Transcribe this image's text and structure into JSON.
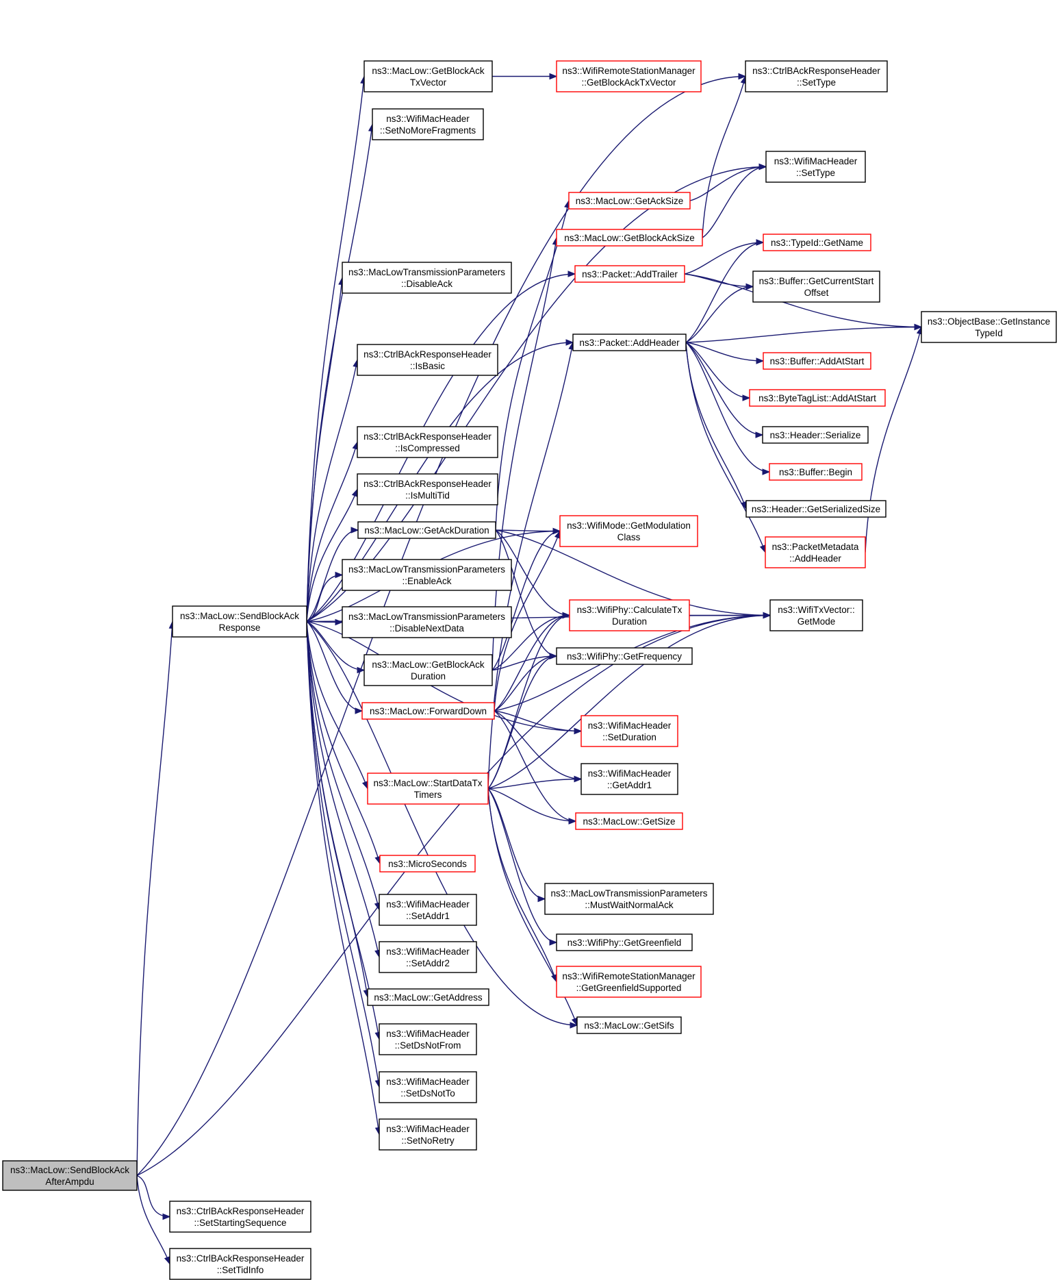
{
  "nodes": [
    {
      "id": "root",
      "lines": [
        "ns3::MacLow::SendBlockAck",
        "AfterAmpdu"
      ],
      "style": "root"
    },
    {
      "id": "sbar",
      "lines": [
        "ns3::MacLow::SendBlockAck",
        "Response"
      ],
      "style": "black"
    },
    {
      "id": "ssseq",
      "lines": [
        "ns3::CtrlBAckResponseHeader",
        "::SetStartingSequence"
      ],
      "style": "black"
    },
    {
      "id": "stid",
      "lines": [
        "ns3::CtrlBAckResponseHeader",
        "::SetTidInfo"
      ],
      "style": "black"
    },
    {
      "id": "gbatx",
      "lines": [
        "ns3::MacLow::GetBlockAck",
        "TxVector"
      ],
      "style": "black"
    },
    {
      "id": "wrsmtx",
      "lines": [
        "ns3::WifiRemoteStationManager",
        "::GetBlockAckTxVector"
      ],
      "style": "red"
    },
    {
      "id": "cbtype",
      "lines": [
        "ns3::CtrlBAckResponseHeader",
        "::SetType"
      ],
      "style": "black"
    },
    {
      "id": "snmf",
      "lines": [
        "ns3::WifiMacHeader",
        "::SetNoMoreFragments"
      ],
      "style": "black"
    },
    {
      "id": "wmhtype",
      "lines": [
        "ns3::WifiMacHeader",
        "::SetType"
      ],
      "style": "black"
    },
    {
      "id": "gacksize",
      "lines": [
        "ns3::MacLow::GetAckSize"
      ],
      "style": "red"
    },
    {
      "id": "gbasize",
      "lines": [
        "ns3::MacLow::GetBlockAckSize"
      ],
      "style": "red"
    },
    {
      "id": "tidname",
      "lines": [
        "ns3::TypeId::GetName"
      ],
      "style": "red"
    },
    {
      "id": "addtrailer",
      "lines": [
        "ns3::Packet::AddTrailer"
      ],
      "style": "red"
    },
    {
      "id": "mltpdis",
      "lines": [
        "ns3::MacLowTransmissionParameters",
        "::DisableAck"
      ],
      "style": "black"
    },
    {
      "id": "bufcso",
      "lines": [
        "ns3::Buffer::GetCurrentStart",
        "Offset"
      ],
      "style": "black"
    },
    {
      "id": "objbase",
      "lines": [
        "ns3::ObjectBase::GetInstance",
        "TypeId"
      ],
      "style": "black"
    },
    {
      "id": "addheader",
      "lines": [
        "ns3::Packet::AddHeader"
      ],
      "style": "black"
    },
    {
      "id": "isbasic",
      "lines": [
        "ns3::CtrlBAckResponseHeader",
        "::IsBasic"
      ],
      "style": "black"
    },
    {
      "id": "bufaas",
      "lines": [
        "ns3::Buffer::AddAtStart"
      ],
      "style": "red"
    },
    {
      "id": "btlaas",
      "lines": [
        "ns3::ByteTagList::AddAtStart"
      ],
      "style": "red"
    },
    {
      "id": "hdrser",
      "lines": [
        "ns3::Header::Serialize"
      ],
      "style": "black"
    },
    {
      "id": "iscomp",
      "lines": [
        "ns3::CtrlBAckResponseHeader",
        "::IsCompressed"
      ],
      "style": "black"
    },
    {
      "id": "bufbegin",
      "lines": [
        "ns3::Buffer::Begin"
      ],
      "style": "red"
    },
    {
      "id": "ismulti",
      "lines": [
        "ns3::CtrlBAckResponseHeader",
        "::IsMultiTid"
      ],
      "style": "black"
    },
    {
      "id": "hdrgss",
      "lines": [
        "ns3::Header::GetSerializedSize"
      ],
      "style": "black"
    },
    {
      "id": "gackdur",
      "lines": [
        "ns3::MacLow::GetAckDuration"
      ],
      "style": "black"
    },
    {
      "id": "gmodcls",
      "lines": [
        "ns3::WifiMode::GetModulation",
        "Class"
      ],
      "style": "red"
    },
    {
      "id": "pmaddh",
      "lines": [
        "ns3::PacketMetadata",
        "::AddHeader"
      ],
      "style": "red"
    },
    {
      "id": "mltpen",
      "lines": [
        "ns3::MacLowTransmissionParameters",
        "::EnableAck"
      ],
      "style": "black"
    },
    {
      "id": "calctx",
      "lines": [
        "ns3::WifiPhy::CalculateTx",
        "Duration"
      ],
      "style": "red"
    },
    {
      "id": "txmode",
      "lines": [
        "ns3::WifiTxVector::",
        "GetMode"
      ],
      "style": "black"
    },
    {
      "id": "mltpdnd",
      "lines": [
        "ns3::MacLowTransmissionParameters",
        "::DisableNextData"
      ],
      "style": "black"
    },
    {
      "id": "gbadur",
      "lines": [
        "ns3::MacLow::GetBlockAck",
        "Duration"
      ],
      "style": "black"
    },
    {
      "id": "gfreq",
      "lines": [
        "ns3::WifiPhy::GetFrequency"
      ],
      "style": "black"
    },
    {
      "id": "fwd",
      "lines": [
        "ns3::MacLow::ForwardDown"
      ],
      "style": "red"
    },
    {
      "id": "setdur",
      "lines": [
        "ns3::WifiMacHeader",
        "::SetDuration"
      ],
      "style": "red"
    },
    {
      "id": "getaddr1",
      "lines": [
        "ns3::WifiMacHeader",
        "::GetAddr1"
      ],
      "style": "black"
    },
    {
      "id": "sdtt",
      "lines": [
        "ns3::MacLow::StartDataTx",
        "Timers"
      ],
      "style": "red"
    },
    {
      "id": "getsize",
      "lines": [
        "ns3::MacLow::GetSize"
      ],
      "style": "red"
    },
    {
      "id": "micros",
      "lines": [
        "ns3::MicroSeconds"
      ],
      "style": "red"
    },
    {
      "id": "mwna",
      "lines": [
        "ns3::MacLowTransmissionParameters",
        "::MustWaitNormalAck"
      ],
      "style": "black"
    },
    {
      "id": "setaddr1",
      "lines": [
        "ns3::WifiMacHeader",
        "::SetAddr1"
      ],
      "style": "black"
    },
    {
      "id": "greenfield",
      "lines": [
        "ns3::WifiPhy::GetGreenfield"
      ],
      "style": "black"
    },
    {
      "id": "setaddr2",
      "lines": [
        "ns3::WifiMacHeader",
        "::SetAddr2"
      ],
      "style": "black"
    },
    {
      "id": "ggfs",
      "lines": [
        "ns3::WifiRemoteStationManager",
        "::GetGreenfieldSupported"
      ],
      "style": "red"
    },
    {
      "id": "getaddress",
      "lines": [
        "ns3::MacLow::GetAddress"
      ],
      "style": "black"
    },
    {
      "id": "getsifs",
      "lines": [
        "ns3::MacLow::GetSifs"
      ],
      "style": "black"
    },
    {
      "id": "sdsnf",
      "lines": [
        "ns3::WifiMacHeader",
        "::SetDsNotFrom"
      ],
      "style": "black"
    },
    {
      "id": "sdsnt",
      "lines": [
        "ns3::WifiMacHeader",
        "::SetDsNotTo"
      ],
      "style": "black"
    },
    {
      "id": "snoretry",
      "lines": [
        "ns3::WifiMacHeader",
        "::SetNoRetry"
      ],
      "style": "black"
    }
  ],
  "edges": [
    [
      "root",
      "sbar"
    ],
    [
      "root",
      "ssseq"
    ],
    [
      "root",
      "stid"
    ],
    [
      "root",
      "cbtype"
    ],
    [
      "root",
      "txmode"
    ],
    [
      "sbar",
      "gbatx"
    ],
    [
      "sbar",
      "snmf"
    ],
    [
      "sbar",
      "wmhtype"
    ],
    [
      "sbar",
      "addtrailer"
    ],
    [
      "sbar",
      "mltpdis"
    ],
    [
      "sbar",
      "addheader"
    ],
    [
      "sbar",
      "isbasic"
    ],
    [
      "sbar",
      "iscomp"
    ],
    [
      "sbar",
      "ismulti"
    ],
    [
      "sbar",
      "gackdur"
    ],
    [
      "sbar",
      "gmodcls"
    ],
    [
      "sbar",
      "txmode"
    ],
    [
      "sbar",
      "mltpen"
    ],
    [
      "sbar",
      "mltpdnd"
    ],
    [
      "sbar",
      "gbadur"
    ],
    [
      "sbar",
      "fwd"
    ],
    [
      "sbar",
      "setdur"
    ],
    [
      "sbar",
      "sdtt"
    ],
    [
      "sbar",
      "micros"
    ],
    [
      "sbar",
      "setaddr1"
    ],
    [
      "sbar",
      "setaddr2"
    ],
    [
      "sbar",
      "getaddress"
    ],
    [
      "sbar",
      "sdsnf"
    ],
    [
      "sbar",
      "sdsnt"
    ],
    [
      "sbar",
      "snoretry"
    ],
    [
      "sbar",
      "getsifs"
    ],
    [
      "gbatx",
      "wrsmtx"
    ],
    [
      "gackdur",
      "gmodcls"
    ],
    [
      "gackdur",
      "calctx"
    ],
    [
      "gackdur",
      "gfreq"
    ],
    [
      "gackdur",
      "txmode"
    ],
    [
      "gackdur",
      "gacksize"
    ],
    [
      "gbadur",
      "gmodcls"
    ],
    [
      "gbadur",
      "calctx"
    ],
    [
      "gbadur",
      "gfreq"
    ],
    [
      "gbadur",
      "gbasize"
    ],
    [
      "fwd",
      "gmodcls"
    ],
    [
      "fwd",
      "calctx"
    ],
    [
      "fwd",
      "gfreq"
    ],
    [
      "fwd",
      "txmode"
    ],
    [
      "fwd",
      "setdur"
    ],
    [
      "fwd",
      "getaddr1"
    ],
    [
      "fwd",
      "getsize"
    ],
    [
      "sdtt",
      "calctx"
    ],
    [
      "sdtt",
      "gfreq"
    ],
    [
      "sdtt",
      "addheader"
    ],
    [
      "sdtt",
      "getaddr1"
    ],
    [
      "sdtt",
      "getsize"
    ],
    [
      "sdtt",
      "mwna"
    ],
    [
      "sdtt",
      "greenfield"
    ],
    [
      "sdtt",
      "ggfs"
    ],
    [
      "sdtt",
      "getsifs"
    ],
    [
      "sdtt",
      "txmode"
    ],
    [
      "gacksize",
      "wmhtype"
    ],
    [
      "gbasize",
      "wmhtype"
    ],
    [
      "gbasize",
      "cbtype"
    ],
    [
      "addtrailer",
      "tidname"
    ],
    [
      "addtrailer",
      "bufcso"
    ],
    [
      "addtrailer",
      "objbase"
    ],
    [
      "addheader",
      "tidname"
    ],
    [
      "addheader",
      "bufcso"
    ],
    [
      "addheader",
      "objbase"
    ],
    [
      "addheader",
      "bufaas"
    ],
    [
      "addheader",
      "btlaas"
    ],
    [
      "addheader",
      "hdrser"
    ],
    [
      "addheader",
      "bufbegin"
    ],
    [
      "addheader",
      "hdrgss"
    ],
    [
      "addheader",
      "pmaddh"
    ],
    [
      "pmaddh",
      "objbase"
    ],
    [
      "calctx",
      "txmode"
    ]
  ]
}
